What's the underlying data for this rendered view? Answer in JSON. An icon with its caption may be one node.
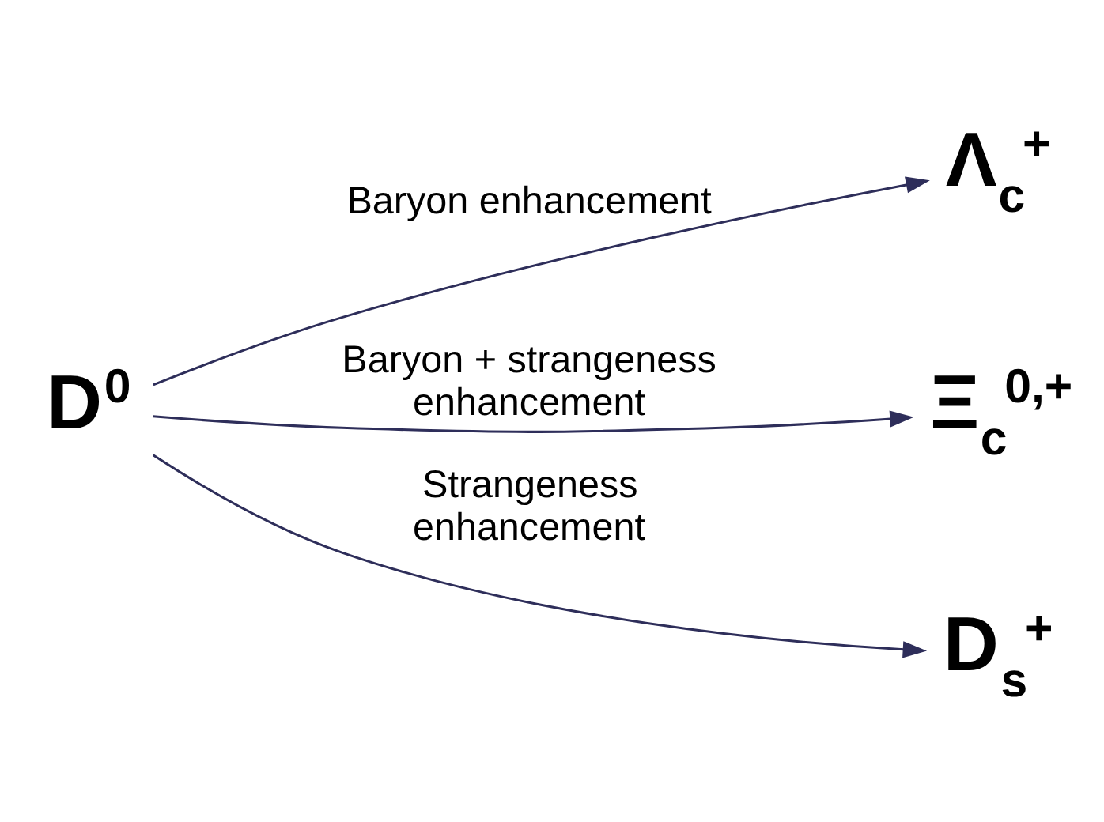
{
  "diagram": {
    "nodes": [
      {
        "text": [
          "D$^{0}$"
        ]
      },
      {
        "text": [
          "Λ$_{c}$$^{+}$"
        ]
      },
      {
        "text": [
          "Ξ$_{c}$$^{0,+}$"
        ]
      },
      {
        "text": [
          "D$_{s}$$^{+}$"
        ]
      }
    ],
    "edges": [
      {
        "from": 0,
        "to": 1,
        "arrow": "to",
        "label": "Baryon enhancement"
      },
      {
        "from": 0,
        "to": 2,
        "arrow": "to",
        "label": "Baryon + strangeness enhancement"
      },
      {
        "from": 0,
        "to": 3,
        "arrow": "to",
        "label": "Strangeness enhancement"
      }
    ]
  }
}
